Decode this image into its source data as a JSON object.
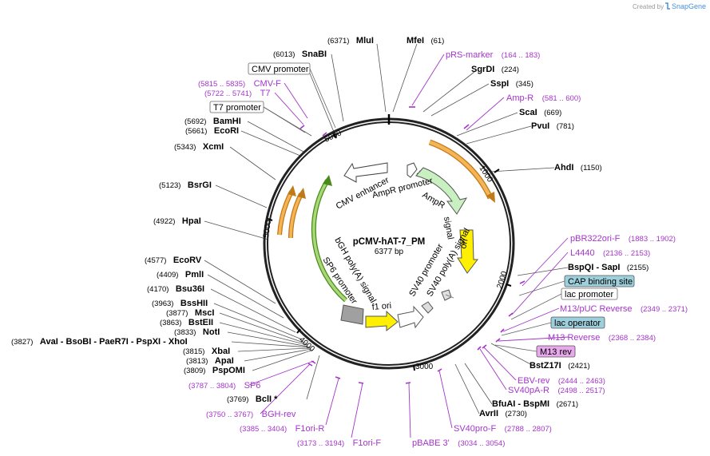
{
  "app": {
    "credit": "Created by",
    "brand": "SnapGene",
    "brand_color": "#4a8fd8"
  },
  "plasmid": {
    "name": "pCMV-hAT-7_PM",
    "size": "6377 bp"
  },
  "ring": {
    "tick_labels": [
      "1000",
      "2000",
      "3000",
      "4000",
      "5000"
    ]
  },
  "enzymes": [
    {
      "pos": "(6371)",
      "name": "MluI"
    },
    {
      "pos": "(61)",
      "name": "MfeI"
    },
    {
      "pos": "(224)",
      "name": "SgrDI"
    },
    {
      "pos": "(345)",
      "name": "SspI"
    },
    {
      "pos": "(669)",
      "name": "ScaI"
    },
    {
      "pos": "(781)",
      "name": "PvuI"
    },
    {
      "pos": "(1150)",
      "name": "AhdI"
    },
    {
      "pos": "(2155)",
      "name": "BspQI - SapI"
    },
    {
      "pos": "(2421)",
      "name": "BstZ17I"
    },
    {
      "pos": "(2671)",
      "name": "BfuAI - BspMI"
    },
    {
      "pos": "(2730)",
      "name": "AvrII"
    },
    {
      "pos": "(3769)",
      "name": "BclI *"
    },
    {
      "pos": "(3809)",
      "name": "PspOMI"
    },
    {
      "pos": "(3813)",
      "name": "ApaI"
    },
    {
      "pos": "(3815)",
      "name": "XbaI"
    },
    {
      "pos": "(3827)",
      "name": "AvaI - BsoBI - PaeR7I - PspXI - XhoI"
    },
    {
      "pos": "(3833)",
      "name": "NotI"
    },
    {
      "pos": "(3863)",
      "name": "BstEII"
    },
    {
      "pos": "(3877)",
      "name": "MscI"
    },
    {
      "pos": "(3963)",
      "name": "BssHII"
    },
    {
      "pos": "(4170)",
      "name": "Bsu36I"
    },
    {
      "pos": "(4409)",
      "name": "PmlI"
    },
    {
      "pos": "(4577)",
      "name": "EcoRV"
    },
    {
      "pos": "(4922)",
      "name": "HpaI"
    },
    {
      "pos": "(5123)",
      "name": "BsrGI"
    },
    {
      "pos": "(5343)",
      "name": "XcmI"
    },
    {
      "pos": "(5661)",
      "name": "EcoRI"
    },
    {
      "pos": "(5692)",
      "name": "BamHI"
    },
    {
      "pos": "(6013)",
      "name": "SnaBI"
    }
  ],
  "primers": [
    {
      "name": "pRS-marker",
      "range": "(164 .. 183)"
    },
    {
      "name": "Amp-R",
      "range": "(581 .. 600)"
    },
    {
      "name": "pBR322ori-F",
      "range": "(1883 .. 1902)"
    },
    {
      "name": "L4440",
      "range": "(2136 .. 2153)"
    },
    {
      "name": "M13/pUC Reverse",
      "range": "(2349 .. 2371)"
    },
    {
      "name": "M13 Reverse",
      "range": "(2368 .. 2384)"
    },
    {
      "name": "EBV-rev",
      "range": "(2444 .. 2463)"
    },
    {
      "name": "SV40pA-R",
      "range": "(2498 .. 2517)"
    },
    {
      "name": "SV40pro-F",
      "range": "(2788 .. 2807)"
    },
    {
      "name": "pBABE 3'",
      "range": "(3034 .. 3054)"
    },
    {
      "name": "F1ori-F",
      "range": "(3173 .. 3194)"
    },
    {
      "name": "F1ori-R",
      "range": "(3385 .. 3404)"
    },
    {
      "name": "BGH-rev",
      "range": "(3750 .. 3767)"
    },
    {
      "name": "SP6",
      "range": "(3787 .. 3804)"
    },
    {
      "name": "T7",
      "range": "(5722 .. 5741)"
    },
    {
      "name": "CMV-F",
      "range": "(5815 .. 5835)"
    }
  ],
  "boxed": {
    "cmv_promoter": "CMV promoter",
    "t7_promoter": "T7 promoter",
    "cap_site": "CAP binding site",
    "lac_promoter": "lac promoter",
    "lac_operator": "lac operator",
    "m13_rev": "M13 rev"
  },
  "features": {
    "cmv_enhancer": "CMV enhancer",
    "ampr_promoter": "AmpR promoter",
    "ampr": "AmpR",
    "ori": "ori",
    "sv40_polya": "SV40 poly(A) signal",
    "sv40_promoter": "SV40 promoter",
    "f1_ori": "f1 ori",
    "sp6_promoter": "SP6 promoter",
    "bgh_polya": "bGH poly(A) signal"
  },
  "colors": {
    "ampr": "#c8f0c0",
    "ori": "#ffef00",
    "f1ori": "#ffef00",
    "sv40_promoter": "#e0e0e0",
    "cmv_enhancer": "#ffffff",
    "orange_orf": "#f5b456",
    "green_orf": "#a8d878",
    "cap_fill": "#9dd0dc",
    "lac_op_fill": "#9dd0dc",
    "m13_rev_fill": "#e8a8ec",
    "primer": "#a335c8"
  }
}
